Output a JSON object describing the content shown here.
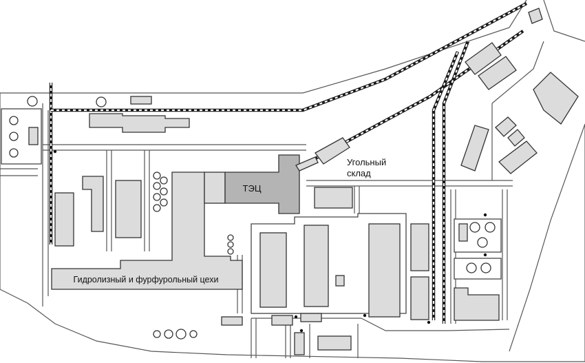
{
  "map": {
    "labels": {
      "power_plant": "ТЭЦ",
      "coal_store_line1": "Угольный",
      "coal_store_line2": "склад",
      "hydrolysis_shops": "Гидролизный и фурфурольный цехи"
    },
    "colors": {
      "building_fill": "#dcdcdc",
      "power_plant_fill": "#b4b4b4",
      "outline": "#333333",
      "railway": "#1a1a1a"
    }
  }
}
